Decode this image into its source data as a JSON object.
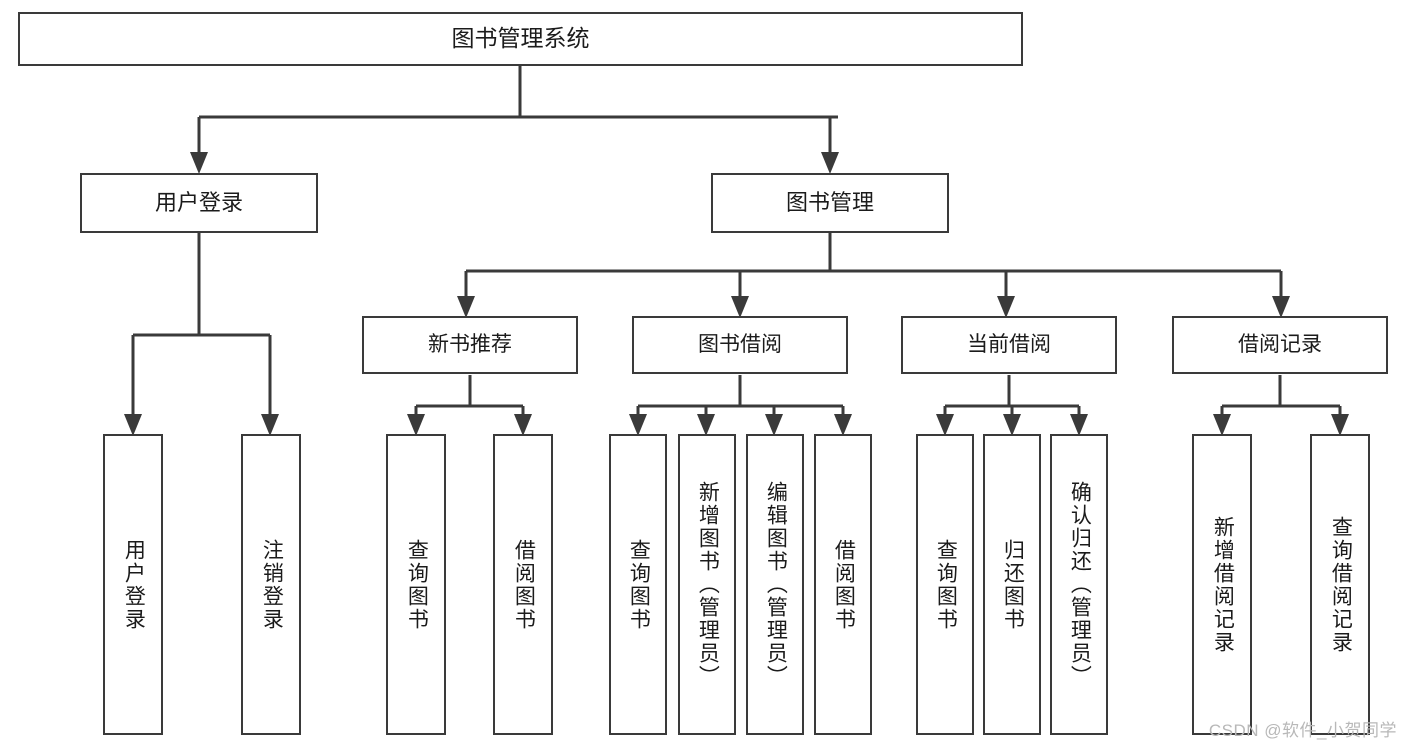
{
  "diagram": {
    "title": "图书管理系统",
    "watermark": "CSDN @软件_小贺同学",
    "colors": {
      "stroke": "#3a3a3a",
      "fill": "#ffffff",
      "text": "#1b1b1b",
      "watermark": "#b8b8b8",
      "background": "#ffffff"
    },
    "root": {
      "label": "图书管理系统"
    },
    "level1": [
      {
        "label": "用户登录"
      },
      {
        "label": "图书管理"
      }
    ],
    "level2": [
      {
        "label": "新书推荐"
      },
      {
        "label": "图书借阅"
      },
      {
        "label": "当前借阅"
      },
      {
        "label": "借阅记录"
      }
    ],
    "leaves": {
      "user_login": [
        {
          "label": "用户登录"
        },
        {
          "label": "注销登录"
        }
      ],
      "new_book": [
        {
          "label": "查询图书"
        },
        {
          "label": "借阅图书"
        }
      ],
      "book_borrow": [
        {
          "label": "查询图书"
        },
        {
          "label": "新增图书（管理员）"
        },
        {
          "label": "编辑图书（管理员）"
        },
        {
          "label": "借阅图书"
        }
      ],
      "current_borrow": [
        {
          "label": "查询图书"
        },
        {
          "label": "归还图书"
        },
        {
          "label": "确认归还（管理员）"
        }
      ],
      "borrow_record": [
        {
          "label": "新增借阅记录"
        },
        {
          "label": "查询借阅记录"
        }
      ]
    }
  }
}
